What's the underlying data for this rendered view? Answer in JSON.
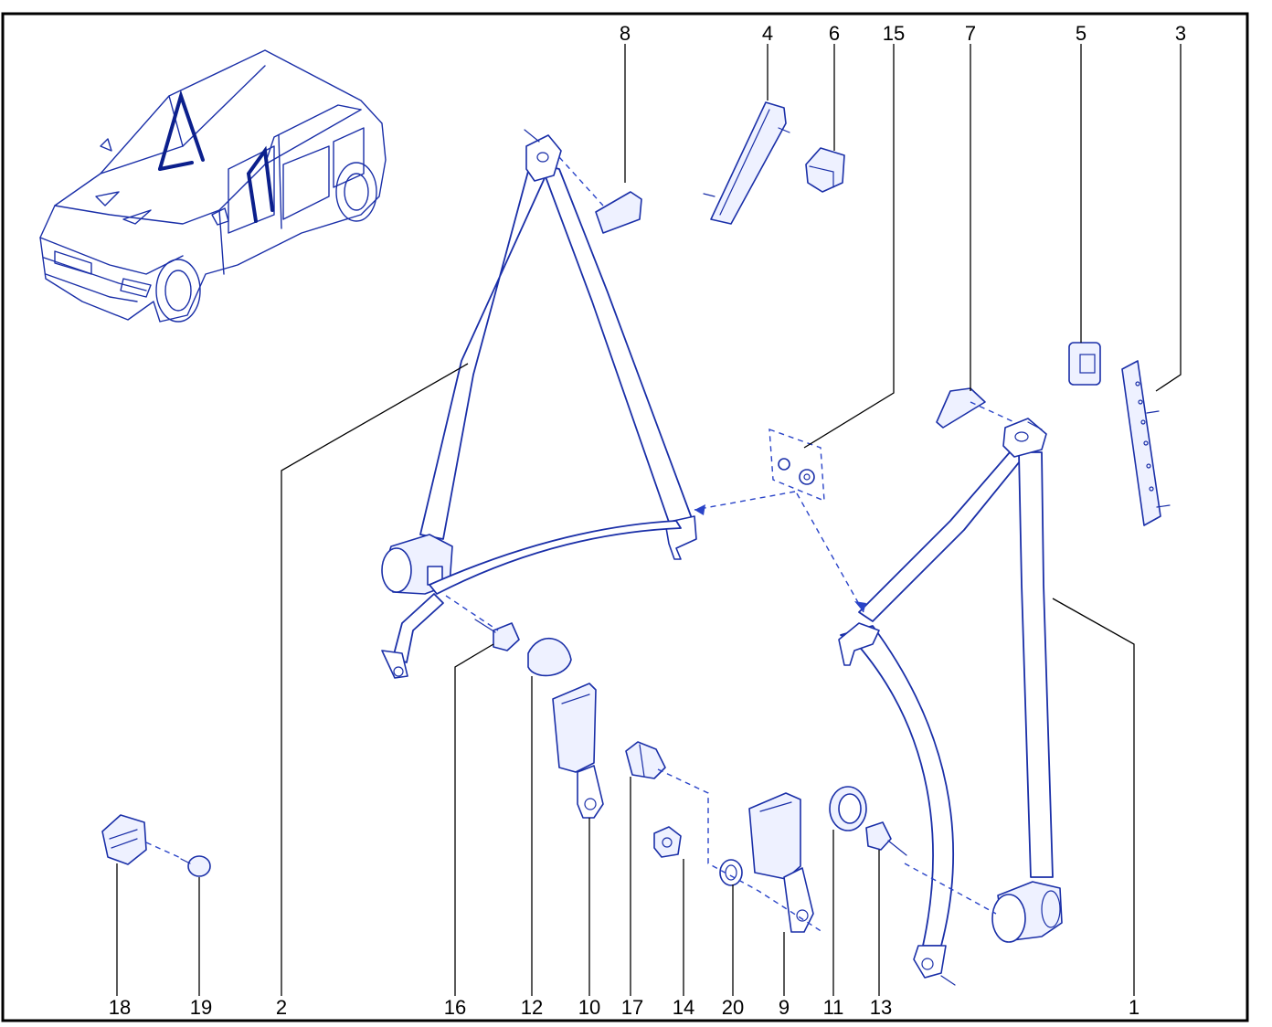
{
  "callouts": [
    {
      "id": "8",
      "label": "8"
    },
    {
      "id": "4",
      "label": "4"
    },
    {
      "id": "6",
      "label": "6"
    },
    {
      "id": "15",
      "label": "15"
    },
    {
      "id": "7",
      "label": "7"
    },
    {
      "id": "5",
      "label": "5"
    },
    {
      "id": "3",
      "label": "3"
    },
    {
      "id": "18",
      "label": "18"
    },
    {
      "id": "19",
      "label": "19"
    },
    {
      "id": "2",
      "label": "2"
    },
    {
      "id": "16",
      "label": "16"
    },
    {
      "id": "12",
      "label": "12"
    },
    {
      "id": "10",
      "label": "10"
    },
    {
      "id": "17",
      "label": "17"
    },
    {
      "id": "14",
      "label": "14"
    },
    {
      "id": "20",
      "label": "20"
    },
    {
      "id": "9",
      "label": "9"
    },
    {
      "id": "11",
      "label": "11"
    },
    {
      "id": "13",
      "label": "13"
    },
    {
      "id": "1",
      "label": "1"
    }
  ],
  "colors": {
    "line": "#1a2fa8",
    "dash": "#2a44c8",
    "leader": "#000000",
    "frame": "#000000"
  }
}
